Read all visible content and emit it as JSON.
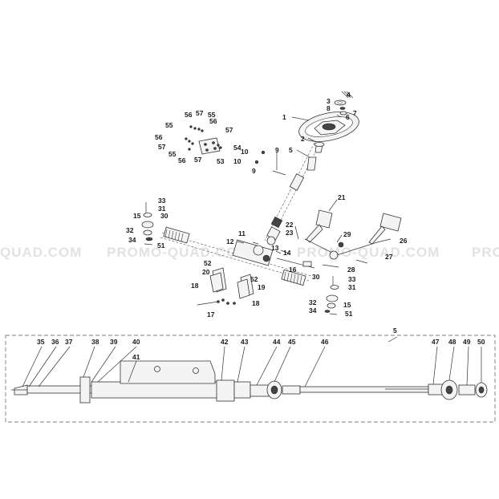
{
  "watermark": {
    "text_left": "QUAD.COM",
    "text_center": "PROMO-QUAD.COM",
    "text_right": "PROMO-QUAD.COM",
    "text_far_right": "PROMO"
  },
  "callouts_upper": [
    {
      "id": "c4",
      "label": "4"
    },
    {
      "id": "c3",
      "label": "3"
    },
    {
      "id": "c8",
      "label": "8"
    },
    {
      "id": "c7",
      "label": "7"
    },
    {
      "id": "c6",
      "label": "6"
    },
    {
      "id": "c1",
      "label": "1"
    },
    {
      "id": "c2",
      "label": "2"
    },
    {
      "id": "c5",
      "label": "5"
    },
    {
      "id": "c9a",
      "label": "9"
    },
    {
      "id": "c10a",
      "label": "10"
    },
    {
      "id": "c10b",
      "label": "10"
    },
    {
      "id": "c9b",
      "label": "9"
    },
    {
      "id": "c56a",
      "label": "56"
    },
    {
      "id": "c57a",
      "label": "57"
    },
    {
      "id": "c55a",
      "label": "55"
    },
    {
      "id": "c56b",
      "label": "56"
    },
    {
      "id": "c55b",
      "label": "55"
    },
    {
      "id": "c57b",
      "label": "57"
    },
    {
      "id": "c56c",
      "label": "56"
    },
    {
      "id": "c57c",
      "label": "57"
    },
    {
      "id": "c55c",
      "label": "55"
    },
    {
      "id": "c54",
      "label": "54"
    },
    {
      "id": "c56d",
      "label": "56"
    },
    {
      "id": "c57d",
      "label": "57"
    },
    {
      "id": "c53",
      "label": "53"
    },
    {
      "id": "c21",
      "label": "21"
    },
    {
      "id": "c22",
      "label": "22"
    },
    {
      "id": "c23",
      "label": "23"
    },
    {
      "id": "c29",
      "label": "29"
    },
    {
      "id": "c26",
      "label": "26"
    },
    {
      "id": "c27",
      "label": "27"
    },
    {
      "id": "c28",
      "label": "28"
    },
    {
      "id": "c33a",
      "label": "33"
    },
    {
      "id": "c31a",
      "label": "31"
    },
    {
      "id": "c15a",
      "label": "15"
    },
    {
      "id": "c30a",
      "label": "30"
    },
    {
      "id": "c32a",
      "label": "32"
    },
    {
      "id": "c34a",
      "label": "34"
    },
    {
      "id": "c51a",
      "label": "51"
    },
    {
      "id": "c11",
      "label": "11"
    },
    {
      "id": "c12",
      "label": "12"
    },
    {
      "id": "c13",
      "label": "13"
    },
    {
      "id": "c14",
      "label": "14"
    },
    {
      "id": "c16",
      "label": "16"
    },
    {
      "id": "c52a",
      "label": "52"
    },
    {
      "id": "c20",
      "label": "20"
    },
    {
      "id": "c52b",
      "label": "52"
    },
    {
      "id": "c19",
      "label": "19"
    },
    {
      "id": "c18a",
      "label": "18"
    },
    {
      "id": "c18b",
      "label": "18"
    },
    {
      "id": "c17",
      "label": "17"
    },
    {
      "id": "c30b",
      "label": "30"
    },
    {
      "id": "c33b",
      "label": "33"
    },
    {
      "id": "c31b",
      "label": "31"
    },
    {
      "id": "c32b",
      "label": "32"
    },
    {
      "id": "c15b",
      "label": "15"
    },
    {
      "id": "c34b",
      "label": "34"
    },
    {
      "id": "c51b",
      "label": "51"
    }
  ],
  "callouts_lower": [
    {
      "id": "c35",
      "label": "35"
    },
    {
      "id": "c36",
      "label": "36"
    },
    {
      "id": "c37",
      "label": "37"
    },
    {
      "id": "c38",
      "label": "38"
    },
    {
      "id": "c39",
      "label": "39"
    },
    {
      "id": "c40",
      "label": "40"
    },
    {
      "id": "c41",
      "label": "41"
    },
    {
      "id": "c42",
      "label": "42"
    },
    {
      "id": "c43",
      "label": "43"
    },
    {
      "id": "c44",
      "label": "44"
    },
    {
      "id": "c45",
      "label": "45"
    },
    {
      "id": "c46",
      "label": "46"
    },
    {
      "id": "c5b",
      "label": "5"
    },
    {
      "id": "c47",
      "label": "47"
    },
    {
      "id": "c48",
      "label": "48"
    },
    {
      "id": "c49",
      "label": "49"
    },
    {
      "id": "c50",
      "label": "50"
    }
  ]
}
